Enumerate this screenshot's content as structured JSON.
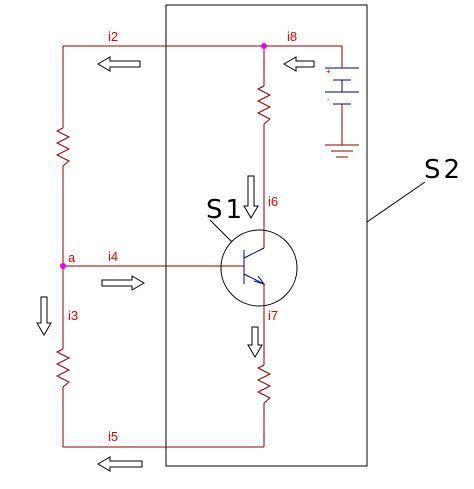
{
  "colors": {
    "wire": "#8b0000",
    "device": "#00008b",
    "boundary": "#000000",
    "label": "#e00000",
    "node": "#e800e8",
    "arrow_fill": "#ffffff"
  },
  "labels": {
    "i2": "i2",
    "i3": "i3",
    "i4": "i4",
    "i5": "i5",
    "i6": "i6",
    "i7": "i7",
    "i8": "i8",
    "a": "a",
    "s1": "S1",
    "s2": "S2",
    "plus": "+",
    "minus": "-"
  }
}
